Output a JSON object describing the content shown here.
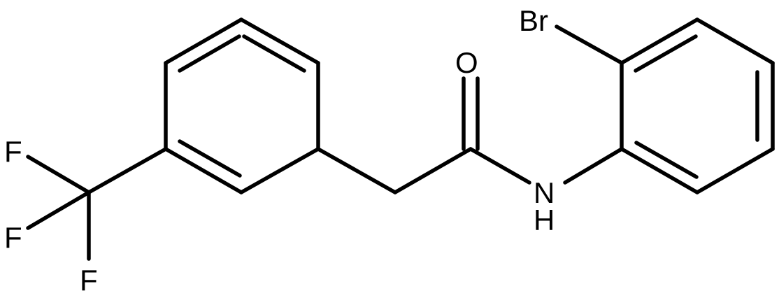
{
  "molecule": {
    "atoms": {
      "bromine": "Br",
      "oxygen": "O",
      "nitrogen": "N",
      "amide_hydrogen": "H",
      "fluorine_1": "F",
      "fluorine_2": "F",
      "fluorine_3": "F"
    }
  }
}
